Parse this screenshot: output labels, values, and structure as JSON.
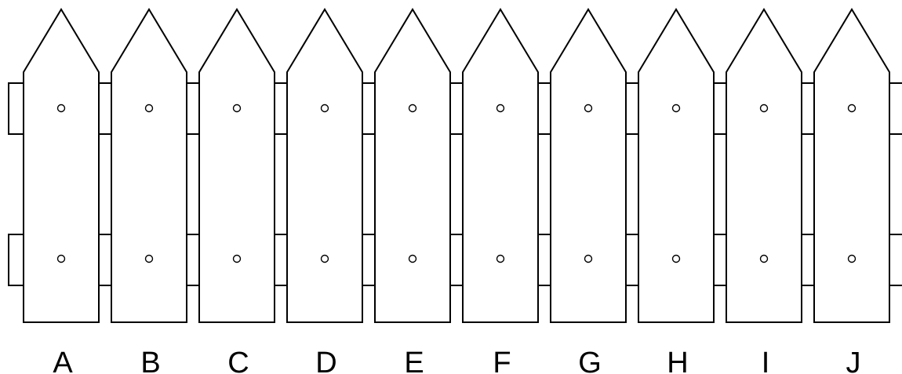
{
  "pickets": [
    {
      "label": "A"
    },
    {
      "label": "B"
    },
    {
      "label": "C"
    },
    {
      "label": "D"
    },
    {
      "label": "E"
    },
    {
      "label": "F"
    },
    {
      "label": "G"
    },
    {
      "label": "H"
    },
    {
      "label": "I"
    },
    {
      "label": "J"
    }
  ],
  "colors": {
    "line": "#000000",
    "fill": "#ffffff"
  }
}
